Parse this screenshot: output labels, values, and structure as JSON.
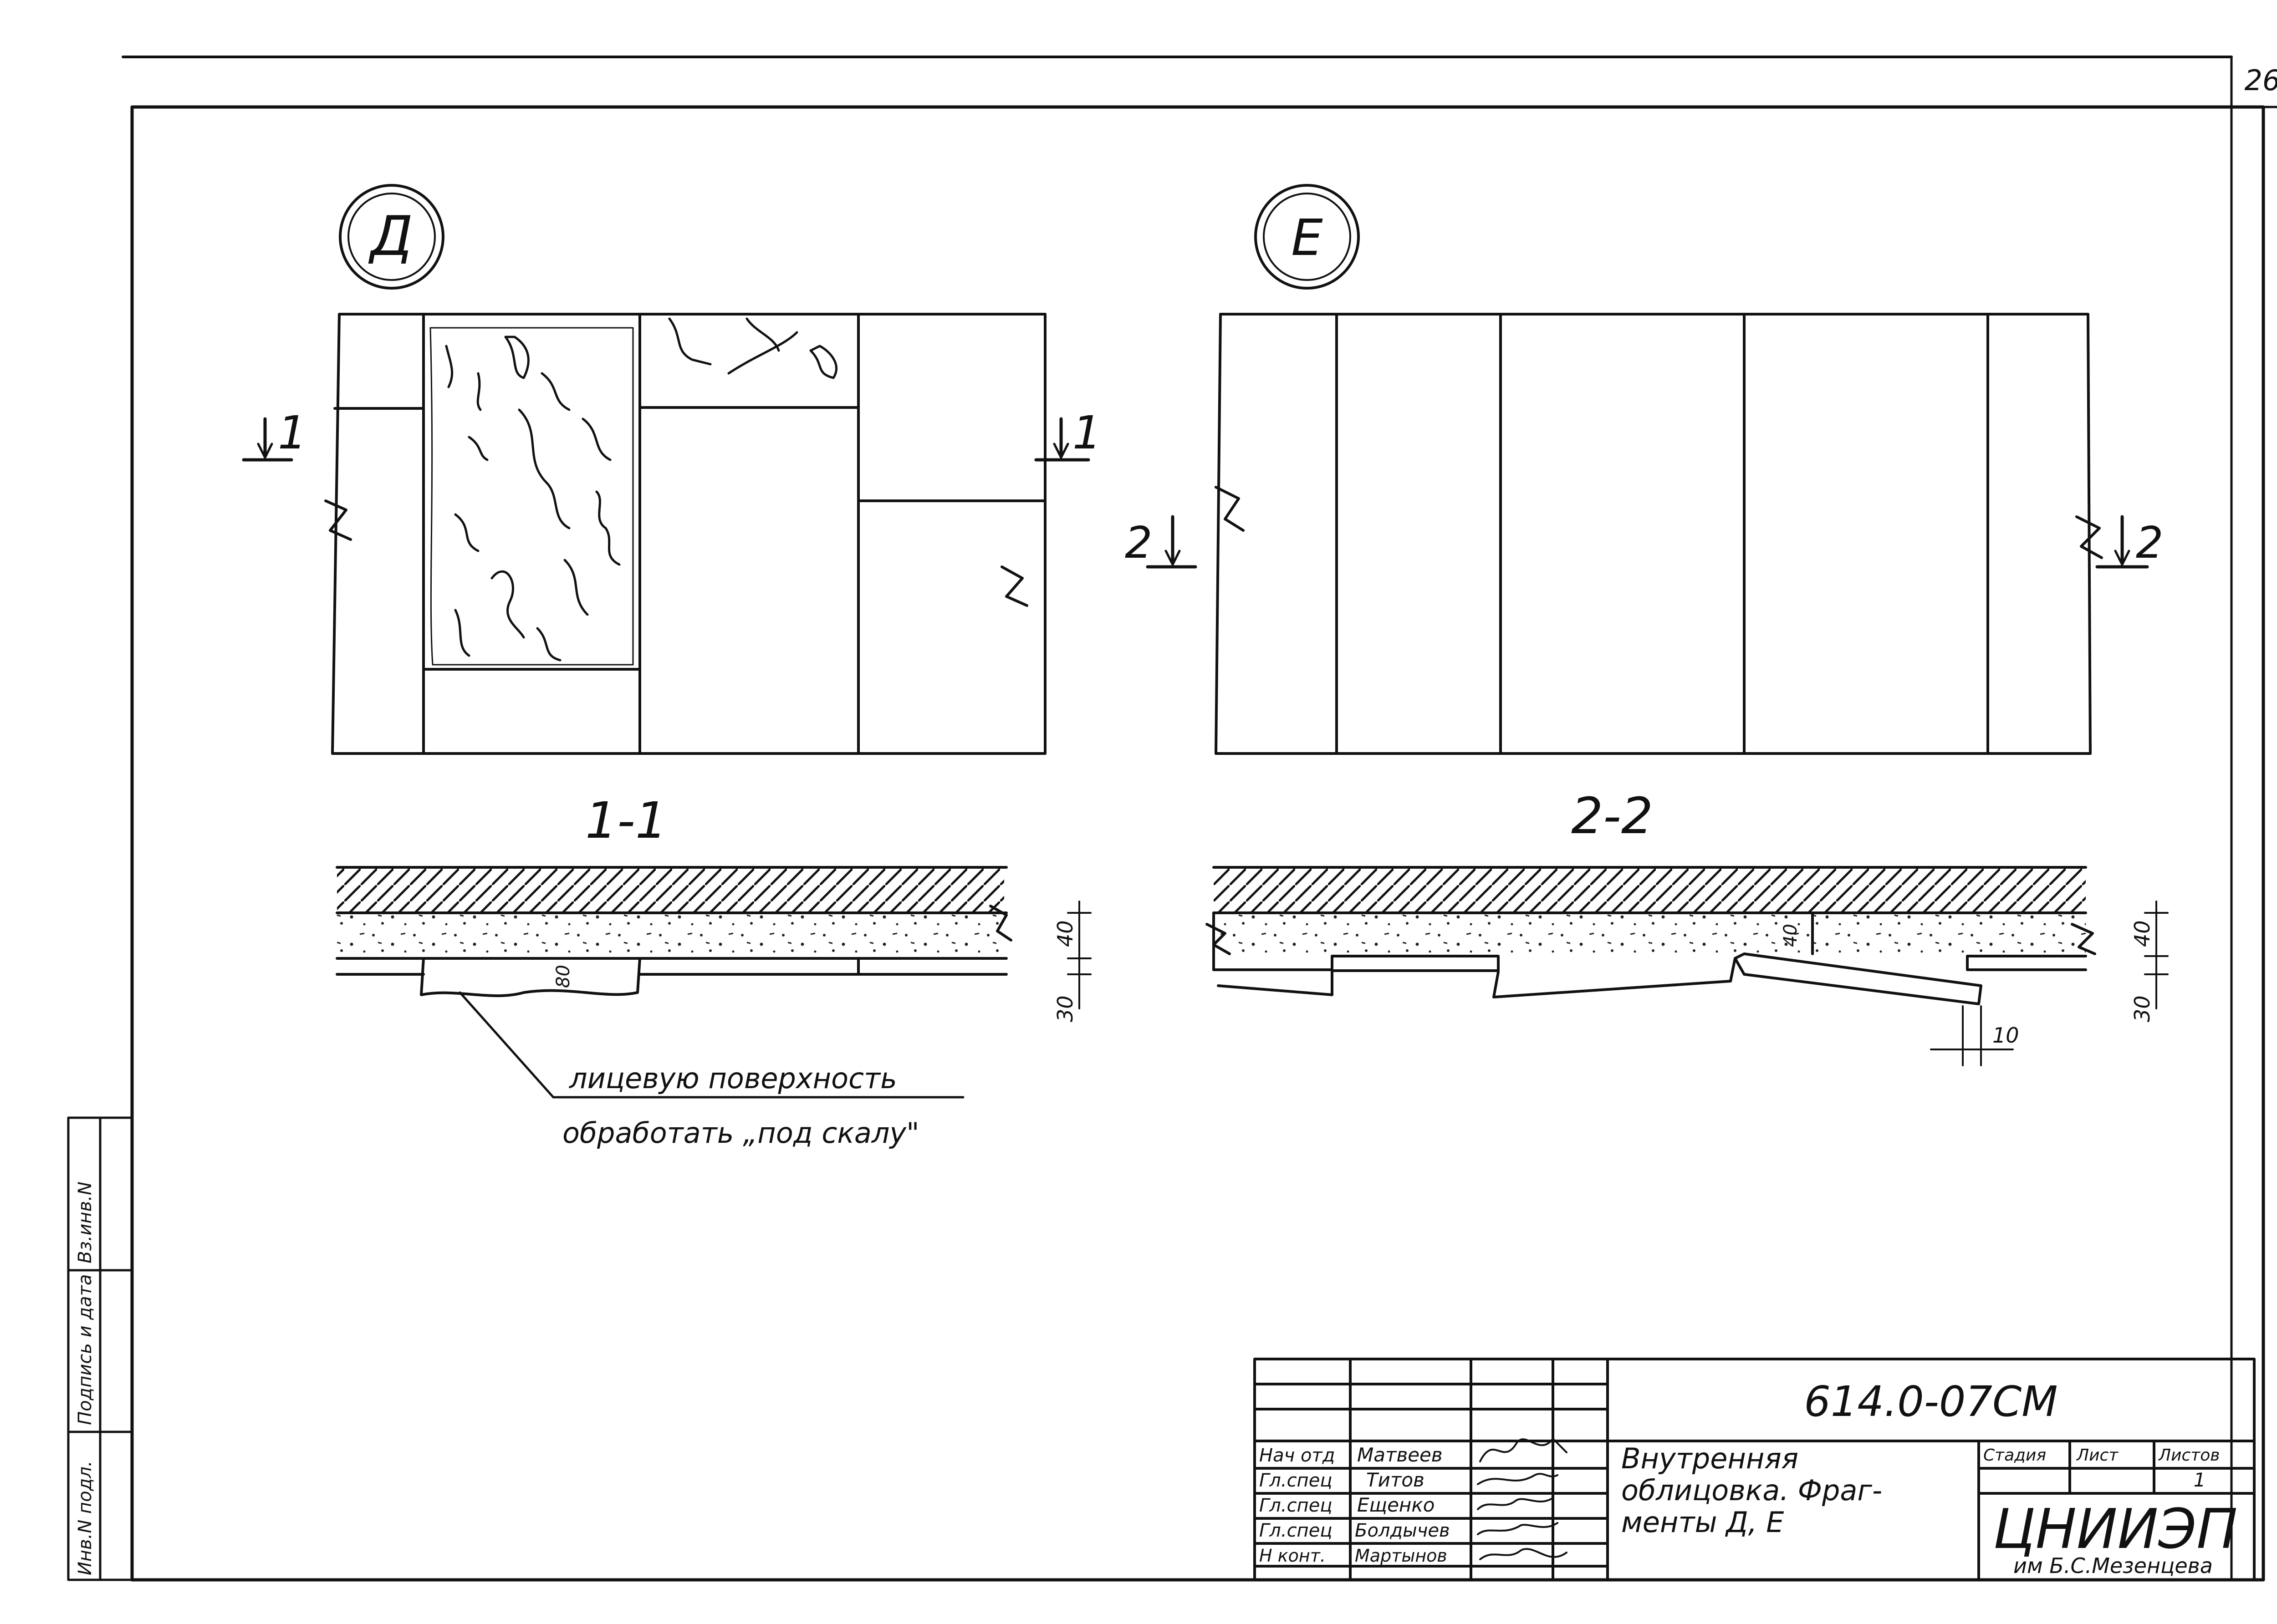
{
  "sheet_number": "26",
  "views": {
    "fragment_d": {
      "marker": "Д",
      "section_label": "1",
      "section_title": "1-1"
    },
    "fragment_e": {
      "marker": "Е",
      "section_label": "2",
      "section_title": "2-2"
    }
  },
  "dimensions": {
    "d40": "40",
    "d30": "30",
    "d80": "80",
    "d10": "10"
  },
  "note": {
    "line1": "лицевую поверхность",
    "line2": "обработать „под скалу\""
  },
  "side_stamp": {
    "inventory": "Инв.N подл.",
    "signature_date": "Подпись и дата",
    "replaced": "Вз.инв.N"
  },
  "title_block": {
    "designation": "614.0-07СМ",
    "title_line1": "Внутренняя",
    "title_line2": "облицовка. Фраг-",
    "title_line3": "менты Д, Е",
    "stage_header": "Стадия",
    "sheet_header": "Лист",
    "sheets_header": "Листов",
    "sheets_value": "1",
    "organization": "ЦНИИЭП",
    "organization_sub": "им Б.С.Мезенцева",
    "staff": [
      {
        "role": "Нач отд",
        "name": "Матвеев"
      },
      {
        "role": "Гл.спец",
        "name": "Титов"
      },
      {
        "role": "Гл.спец",
        "name": "Ещенко"
      },
      {
        "role": "Гл.спец",
        "name": "Болдычев"
      },
      {
        "role": "Н конт.",
        "name": "Мартынов"
      }
    ]
  }
}
